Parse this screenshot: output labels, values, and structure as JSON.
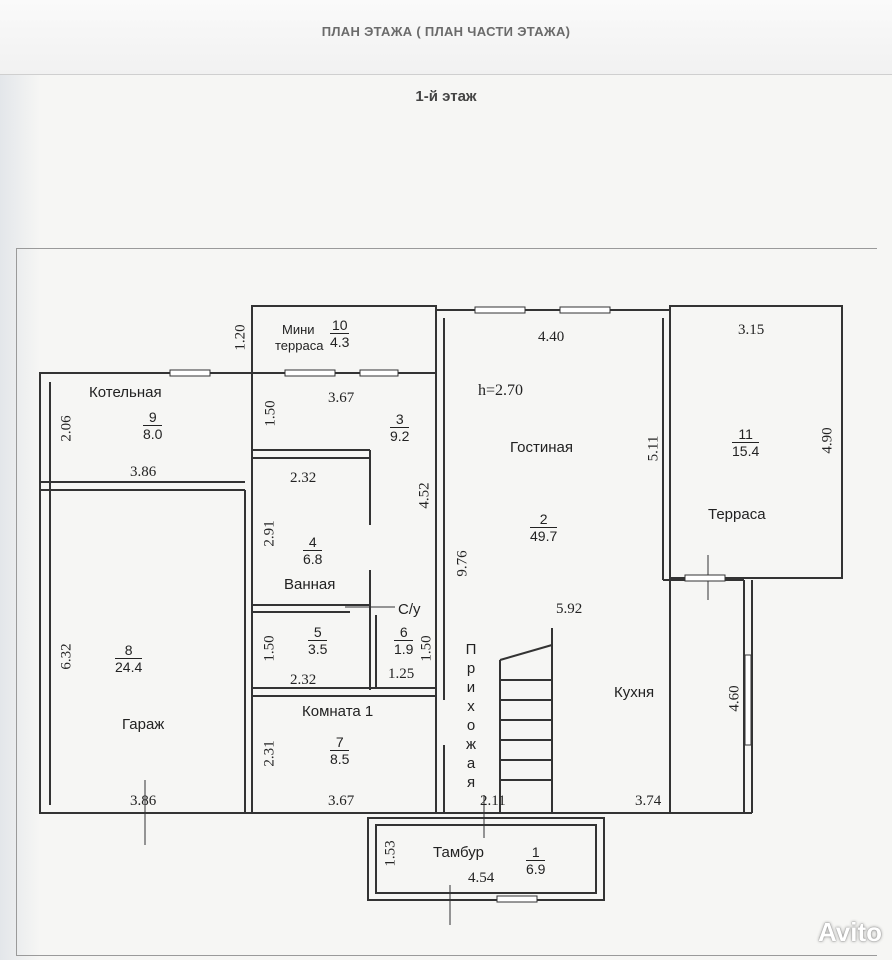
{
  "header": {
    "title": "ПЛАН ЭТАЖА ( ПЛАН ЧАСТИ ЭТАЖА)",
    "floor": "1-й этаж"
  },
  "ceiling": "h=2.70",
  "rooms": [
    {
      "num": "1",
      "area": "6.9",
      "name": "Тамбур"
    },
    {
      "num": "2",
      "area": "49.7",
      "name": "Гостиная"
    },
    {
      "num": "3",
      "area": "9.2",
      "name": ""
    },
    {
      "num": "4",
      "area": "6.8",
      "name": "Ванная"
    },
    {
      "num": "5",
      "area": "3.5",
      "name": ""
    },
    {
      "num": "6",
      "area": "1.9",
      "name": "С/у"
    },
    {
      "num": "7",
      "area": "8.5",
      "name": "Комната 1"
    },
    {
      "num": "8",
      "area": "24.4",
      "name": "Гараж"
    },
    {
      "num": "9",
      "area": "8.0",
      "name": "Котельная"
    },
    {
      "num": "10",
      "area": "4.3",
      "name_line1": "Мини",
      "name_line2": "терраса"
    },
    {
      "num": "11",
      "area": "15.4",
      "name": "Терраса"
    }
  ],
  "extra_labels": {
    "kitchen": "Кухня",
    "hallway": "Прихожая"
  },
  "dimensions": {
    "d120": "1.20",
    "d440": "4.40",
    "d315": "3.15",
    "d367top": "3.67",
    "d150a": "1.50",
    "d206": "2.06",
    "d386top": "3.86",
    "d511": "5.11",
    "d490": "4.90",
    "d232top": "2.32",
    "d291": "2.91",
    "d452": "4.52",
    "d976": "9.76",
    "d632": "6.32",
    "d592": "5.92",
    "d150b": "1.50",
    "d150c": "1.50",
    "d232bot": "2.32",
    "d125": "1.25",
    "d460": "4.60",
    "d231": "2.31",
    "d386bot": "3.86",
    "d367bot": "3.67",
    "d211": "2.11",
    "d374": "3.74",
    "d153": "1.53",
    "d454": "4.54"
  },
  "watermark": "Avito"
}
